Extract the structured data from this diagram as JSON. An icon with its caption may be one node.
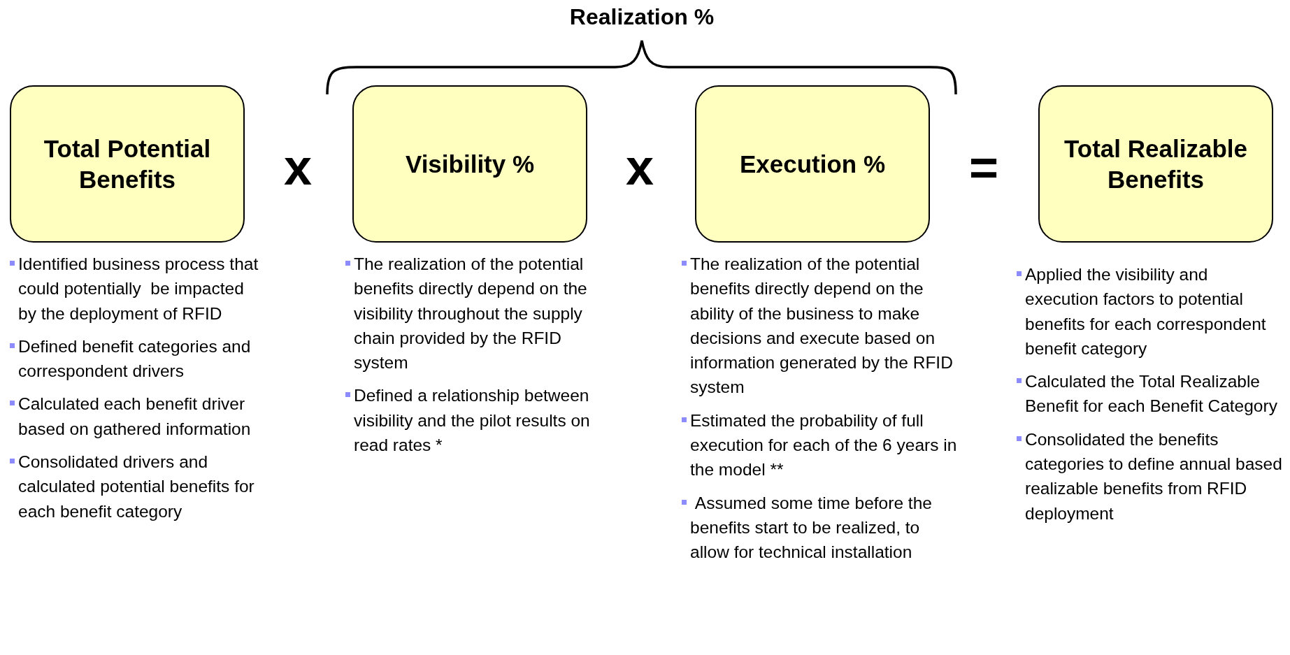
{
  "diagram": {
    "nodes": [
      {
        "text": [
          "Total Potential Benefits"
        ],
        "beside": [
          "Identified business process that could potentially  be impacted by the deployment of RFID",
          "Defined benefit categories and correspondent drivers",
          "Calculated each benefit driver based on gathered information",
          "Consolidated drivers and calculated potential benefits for each benefit category"
        ]
      },
      {
        "text": [
          "Visibility %"
        ],
        "beside": [
          "The realization of the potential benefits directly depend on the visibility throughout the supply chain provided by the RFID system",
          "Defined a relationship between visibility and the pilot results on read rates *"
        ]
      },
      {
        "text": [
          "Execution %"
        ],
        "beside": [
          "The realization of the potential benefits directly depend on the ability of the business to make decisions and execute based on information generated by the RFID system",
          "Estimated the probability of full execution for each of the 6 years in the model **",
          " Assumed some time before the benefits start to be realized, to allow for technical installation"
        ]
      },
      {
        "text": [
          "Total Realizable Benefits"
        ],
        "beside": [
          "Applied the visibility and execution factors to potential benefits for each correspondent benefit category",
          "Calculated the Total Realizable Benefit for each Benefit Category",
          "Consolidated the benefits categories to define annual based realizable benefits from RFID deployment"
        ]
      }
    ],
    "edges": [],
    "labels": [
      "Realization %",
      "x",
      "x",
      "="
    ]
  }
}
